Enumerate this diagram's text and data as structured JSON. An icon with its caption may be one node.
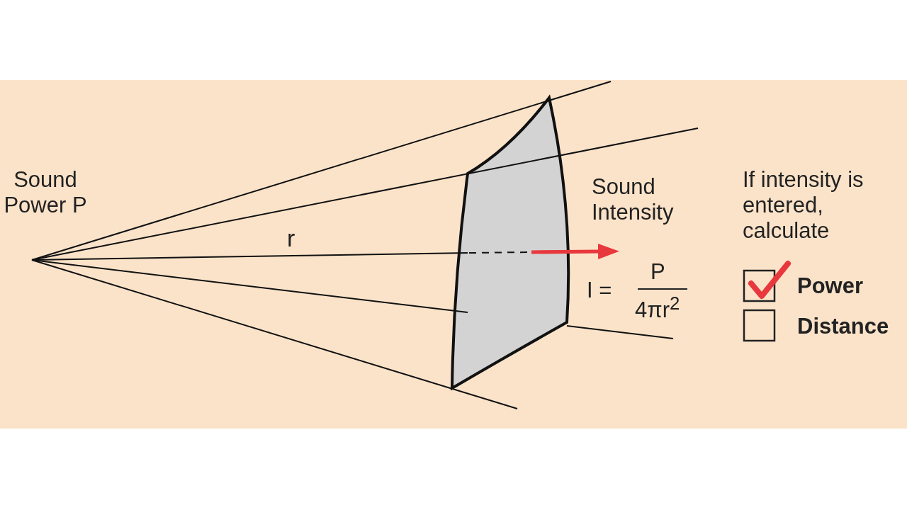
{
  "diagram": {
    "labels": [
      "Sound Power P",
      "r",
      "Sound Intensity",
      "I =",
      "P",
      "4πr$^{2}$",
      "If intensity is entered, calculate",
      "Power",
      "Distance"
    ]
  }
}
